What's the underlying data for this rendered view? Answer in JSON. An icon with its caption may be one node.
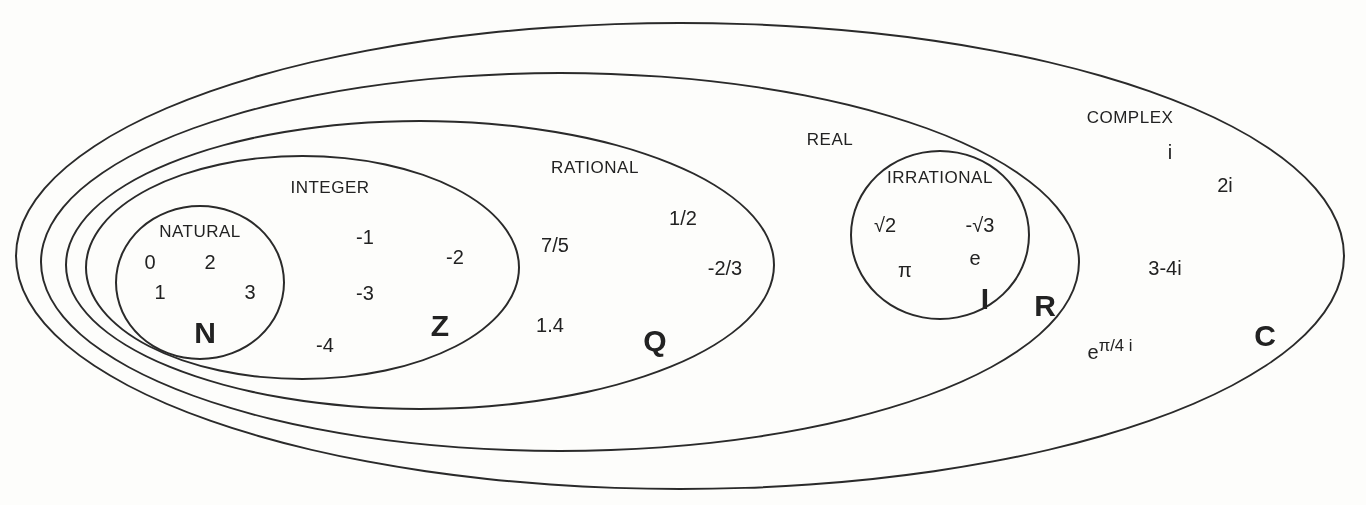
{
  "diagram": {
    "nodes": [
      {
        "text": [
          "COMPLEX",
          "i",
          "2i",
          "3-4i",
          "e$^{π/4 i}$",
          "C"
        ]
      },
      {
        "text": [
          "REAL",
          "R"
        ],
        "in": 0
      },
      {
        "text": [
          "RATIONAL",
          "7/5",
          "1/2",
          "-2/3",
          "1.4",
          "Q"
        ],
        "in": 1
      },
      {
        "text": [
          "INTEGER",
          "-1",
          "-2",
          "-3",
          "-4",
          "Z"
        ],
        "in": 2
      },
      {
        "text": [
          "NATURAL",
          "0",
          "2",
          "1",
          "3",
          "N"
        ],
        "in": 3
      },
      {
        "text": [
          "IRRATIONAL",
          "√2",
          "-√3",
          "π",
          "e",
          "I"
        ],
        "in": 1
      }
    ]
  }
}
